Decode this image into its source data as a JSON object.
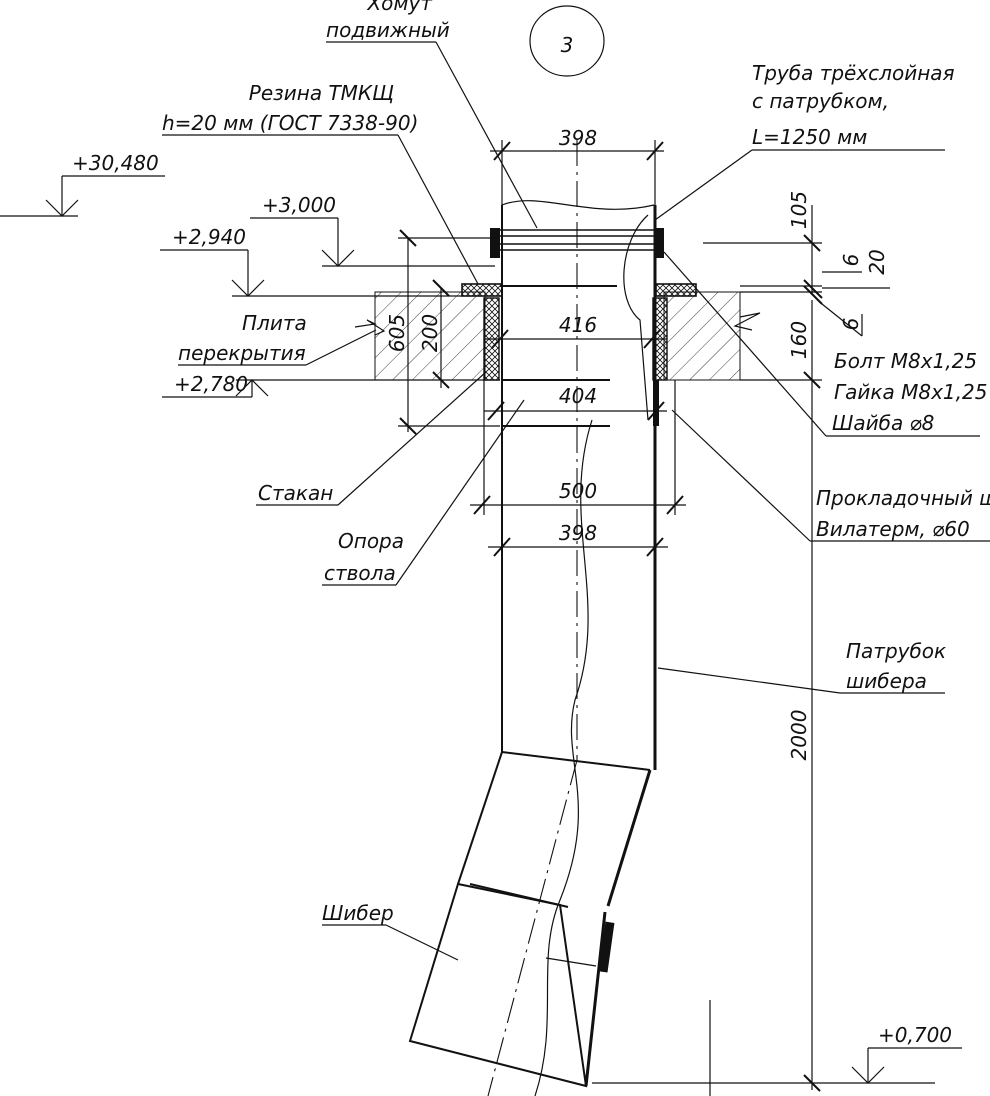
{
  "detail_number": "3",
  "labels": {
    "clamp_line1": "Хомут",
    "clamp_line2": "подвижный",
    "rubber_line1": "Резина ТМКЩ",
    "rubber_line2": "h=20 мм (ГОСТ 7338-90)",
    "pipe_line1": "Труба трёхслойная",
    "pipe_line2": "с патрубком,",
    "pipe_line3": "L=1250 мм",
    "slab_line1": "Плита",
    "slab_line2": "перекрытия",
    "bolt": "Болт М8х1,25",
    "nut": "Гайка М8х1,25",
    "washer": "Шайба ⌀8",
    "glass": "Стакан",
    "cord_line1": "Прокладочный шнур",
    "cord_line2": "Вилатерм, ⌀60",
    "support_line1": "Опора",
    "support_line2": "ствола",
    "nozzle_line1": "Патрубок",
    "nozzle_line2": "шибера",
    "damper": "Шибер"
  },
  "elevations": {
    "top": "+30,480",
    "plus3000": "+3,000",
    "plus2940": "+2,940",
    "plus2780": "+2,780",
    "plus0700": "+0,700"
  },
  "dimensions": {
    "d398_top": "398",
    "d416": "416",
    "d404": "404",
    "d500": "500",
    "d398_bottom": "398",
    "d605": "605",
    "d200": "200",
    "d105": "105",
    "d6a": "6",
    "d20": "20",
    "d6b": "6",
    "d160": "160",
    "d2000": "2000"
  },
  "colors": {
    "line": "#111111",
    "background": "#ffffff",
    "hatch": "#111111"
  }
}
